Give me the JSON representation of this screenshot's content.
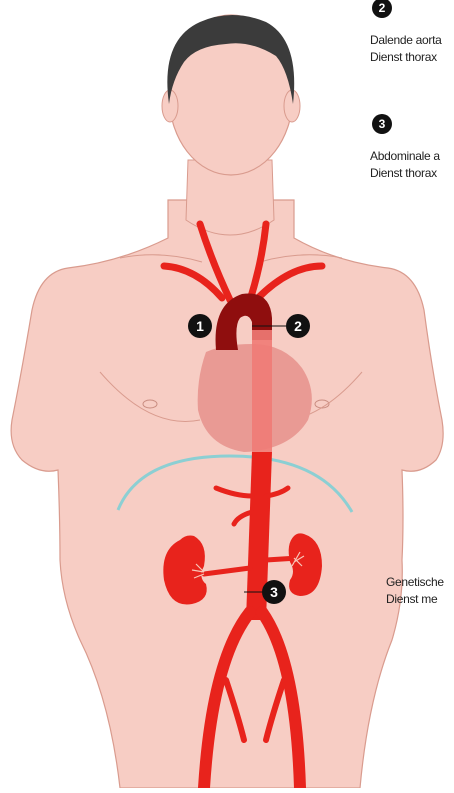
{
  "markers": {
    "m1": "1",
    "m2": "2",
    "m3": "3",
    "legend2": "2",
    "legend3": "3"
  },
  "captions": {
    "c2_line1": "Dalende aorta",
    "c2_line2": "Dienst thorax",
    "c3_line1": "Abdominale a",
    "c3_line2": "Dienst thorax",
    "cg_line1": "Genetische",
    "cg_line2": "Dienst me"
  },
  "colors": {
    "skin": "#f7cdc4",
    "skin_outline": "#d99b8e",
    "hair": "#3b3b3b",
    "artery": "#e8231c",
    "aortic_arch": "#8f0e0e",
    "heart": "#e99a94",
    "diaphragm": "#8ccfd3",
    "marker": "#111111"
  }
}
